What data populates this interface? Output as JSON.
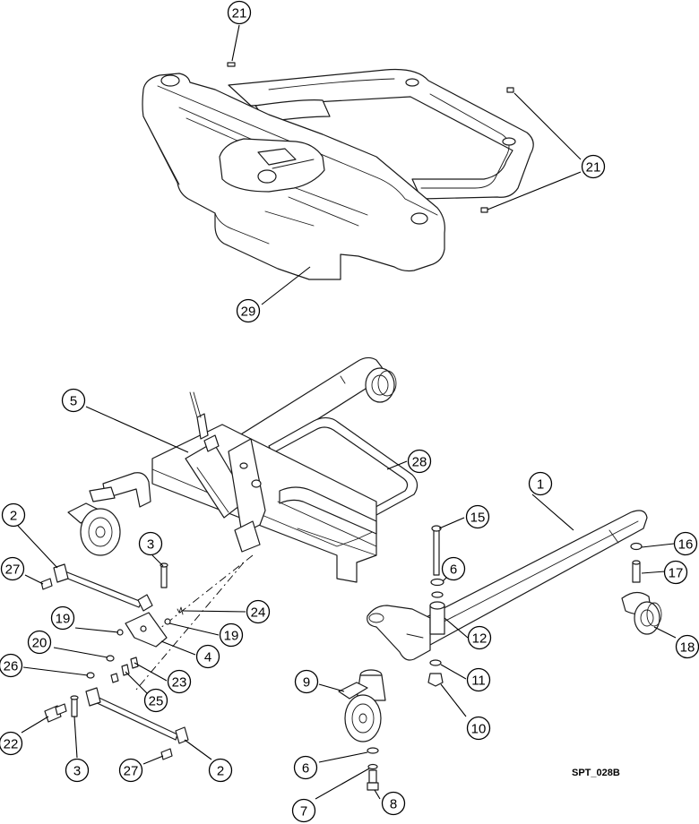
{
  "drawing": {
    "reference": "SPT_028B"
  },
  "callouts": [
    {
      "label": "21"
    },
    {
      "label": "21"
    },
    {
      "label": "29"
    },
    {
      "label": "5"
    },
    {
      "label": "28"
    },
    {
      "label": "1"
    },
    {
      "label": "2"
    },
    {
      "label": "3"
    },
    {
      "label": "27"
    },
    {
      "label": "24"
    },
    {
      "label": "19"
    },
    {
      "label": "19"
    },
    {
      "label": "4"
    },
    {
      "label": "20"
    },
    {
      "label": "23"
    },
    {
      "label": "26"
    },
    {
      "label": "25"
    },
    {
      "label": "22"
    },
    {
      "label": "3"
    },
    {
      "label": "27"
    },
    {
      "label": "2"
    },
    {
      "label": "15"
    },
    {
      "label": "6"
    },
    {
      "label": "16"
    },
    {
      "label": "17"
    },
    {
      "label": "12"
    },
    {
      "label": "18"
    },
    {
      "label": "11"
    },
    {
      "label": "10"
    },
    {
      "label": "9"
    },
    {
      "label": "6"
    },
    {
      "label": "7"
    },
    {
      "label": "8"
    }
  ]
}
